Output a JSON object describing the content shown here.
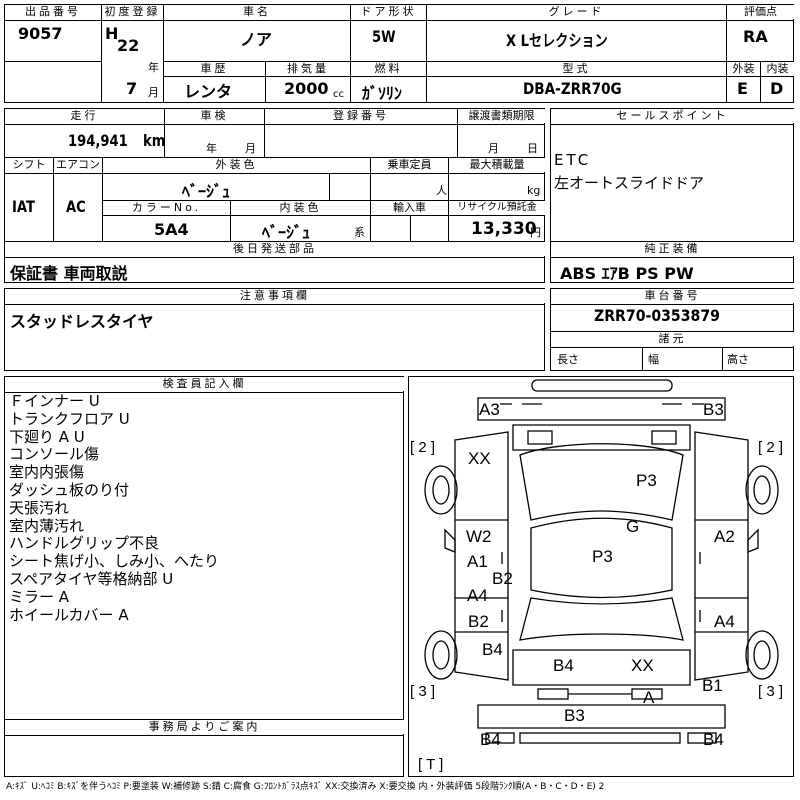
{
  "header": {
    "lot_label": "出品番号",
    "lot_value": "9057",
    "reg_label": "初度登録",
    "era_letter": "H",
    "year_value": "22",
    "year_unit": "年",
    "month_value": "7",
    "month_unit": "月",
    "car_name_label": "車名",
    "car_name_value": "ノア",
    "door_label": "ドア形状",
    "door_value": "5W",
    "grade_label": "グレード",
    "grade_value": "X Lセレクション",
    "score_label": "評価点",
    "score_value": "RA",
    "history_label": "車歴",
    "history_value": "レンタ",
    "displacement_label": "排気量",
    "displacement_value": "2000",
    "displacement_unit": "cc",
    "fuel_label": "燃料",
    "fuel_value": "ｶﾞｿﾘﾝ",
    "model_label": "型式",
    "model_value": "DBA-ZRR70G",
    "exterior_label": "外装",
    "exterior_value": "E",
    "interior_label": "内装",
    "interior_value": "D"
  },
  "details": {
    "mileage_label": "走行",
    "mileage_value": "194,941",
    "mileage_unit": "km",
    "inspection_label": "車検",
    "inspection_year": "年",
    "inspection_month": "月",
    "regno_label": "登録番号",
    "transfer_label": "譲渡書類期限",
    "transfer_month": "月",
    "transfer_day": "日",
    "shift_label": "シフト",
    "shift_value": "IAT",
    "ac_label": "エアコン",
    "ac_value": "AC",
    "ext_color_label": "外装色",
    "ext_color_value": "ﾍﾞｰｼﾞｭ",
    "capacity_label": "乗車定員",
    "capacity_unit": "人",
    "load_label": "最大積載量",
    "load_unit": "kg",
    "color_no_label": "カラーNo.",
    "color_no_value": "5A4",
    "int_color_label": "内装色",
    "int_color_value": "ﾍﾞｰｼﾞｭ",
    "int_color_suffix": "系",
    "import_label": "輸入車",
    "recycle_label": "リサイクル預託金",
    "recycle_value": "13,330",
    "recycle_unit": "円",
    "later_label": "後日発送部品",
    "later_value": "保証書 車両取説"
  },
  "sales": {
    "label": "セールスポイント",
    "lines": [
      "ETC",
      "左オートスライドドア"
    ],
    "genuine_label": "純正装備",
    "genuine_value": "ABS ｴｱB PS PW"
  },
  "caution": {
    "label": "注意事項欄",
    "value": "スタッドレスタイヤ"
  },
  "chassis": {
    "label": "車台番号",
    "value": "ZRR70-0353879",
    "dims_label": "諸元",
    "length_label": "長さ",
    "width_label": "幅",
    "height_label": "高さ"
  },
  "inspector": {
    "label": "検査員記入欄",
    "lines": [
      "Ｆインナー U",
      "トランクフロア U",
      "下廻り A U",
      "コンソール傷",
      "室内内張傷",
      "ダッシュ板のり付",
      "天張汚れ",
      "室内薄汚れ",
      "ハンドルグリップ不良",
      "シート焦げ小、しみ小、へたり",
      "スペアタイヤ等格納部 U",
      "ミラー A",
      "ホイールカバー A"
    ]
  },
  "office": {
    "label": "事務局よりご案内"
  },
  "diagram": {
    "marks": [
      "A3",
      "B3",
      "XX",
      "P3",
      "G",
      "W2",
      "A2",
      "A1",
      "B2",
      "P3",
      "A4",
      "B2",
      "A4",
      "B4",
      "B4",
      "XX",
      "B1",
      "A",
      "B3",
      "B4",
      "B4"
    ],
    "tire_fl": "[ 2 ]",
    "tire_fr": "[ 2 ]",
    "tire_rl": "[ 3 ]",
    "tire_rr": "[ 3 ]",
    "spare": "[ T ]"
  },
  "legend": "A:ｷｽﾞ U:ﾍｺﾐ B:ｷｽﾞを伴うﾍｺﾐ P:要塗装 W:補修跡 S:錆 C:腐食 G:ﾌﾛﾝﾄｶﾞﾗｽ点ｷｽﾞ XX:交換済み X:要交換 内・外装評価 5段階ﾗﾝｸ順(A・B・C・D・E) 2"
}
